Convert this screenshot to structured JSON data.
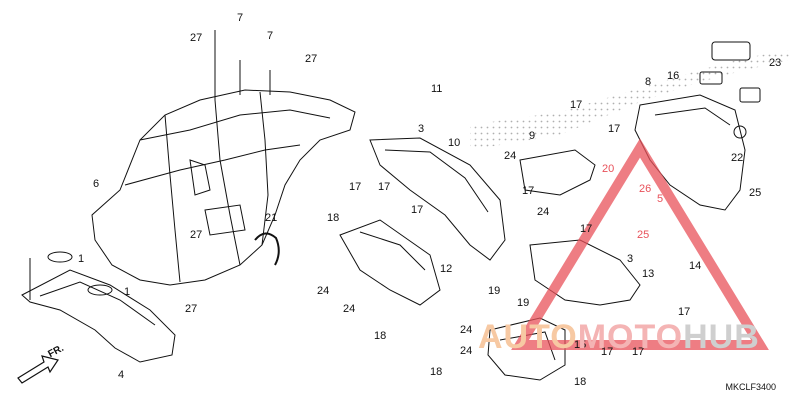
{
  "diagram": {
    "ref_code": "MKCLF3400",
    "direction_label": "FR.",
    "watermark": {
      "part1": "AUTO",
      "part2": "MOTO",
      "part3": "HUB"
    },
    "colors": {
      "line": "#111111",
      "accent": "#e8515a",
      "pattern": "#b0b0b0"
    },
    "callouts": [
      "27",
      "7",
      "7",
      "27",
      "27",
      "6",
      "1",
      "1",
      "4",
      "27",
      "21",
      "11",
      "3",
      "10",
      "17",
      "17",
      "17",
      "18",
      "24",
      "24",
      "12",
      "18",
      "19",
      "17",
      "9",
      "24",
      "17",
      "24",
      "17",
      "17",
      "19",
      "20",
      "26",
      "5",
      "25",
      "13",
      "3",
      "14",
      "17",
      "17",
      "17",
      "24",
      "24",
      "18",
      "15",
      "18",
      "8",
      "16",
      "23",
      "22",
      "25"
    ]
  }
}
